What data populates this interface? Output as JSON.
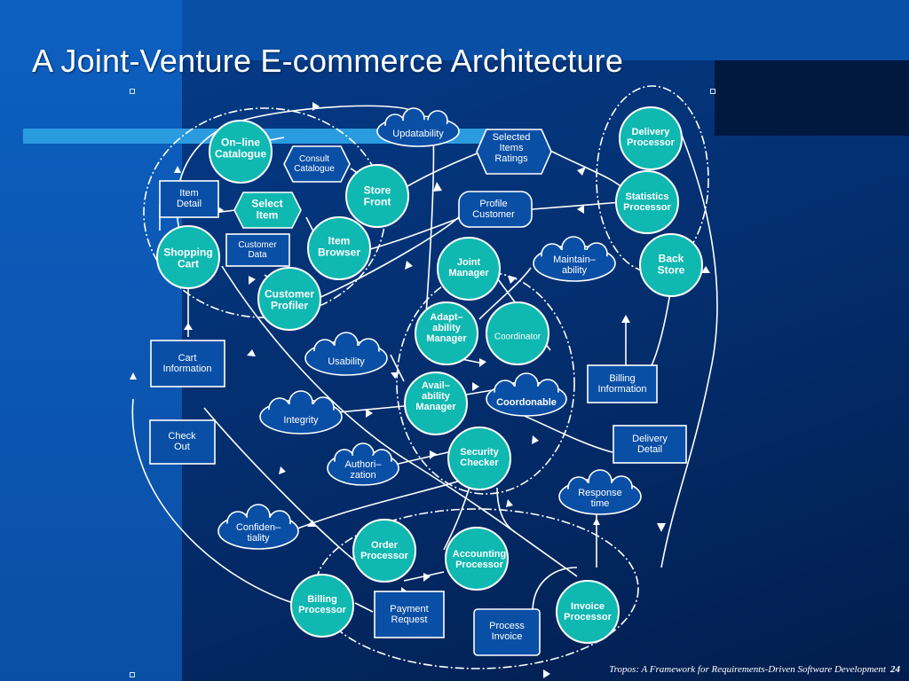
{
  "slide": {
    "title": "A Joint-Venture E-commerce Architecture",
    "footer_text": "Tropos: A  Framework  for Requirements-Driven Software Development",
    "page_number": "24"
  },
  "colors": {
    "node_fill": "#0fb8b0",
    "line": "#ffffff",
    "box_fill": "#0a4fa6"
  },
  "actors": {
    "online_catalogue": [
      "On–line",
      "Catalogue"
    ],
    "store_front": [
      "Store",
      "Front"
    ],
    "shopping_cart": [
      "Shopping",
      "Cart"
    ],
    "item_browser": [
      "Item",
      "Browser"
    ],
    "customer_profiler": [
      "Customer",
      "Profiler"
    ],
    "joint_manager": [
      "Joint",
      "Manager"
    ],
    "adaptability_manager": [
      "Adapt–",
      "ability",
      "Manager"
    ],
    "coordinator": [
      "Coordinator"
    ],
    "availability_manager": [
      "Avail–",
      "ability",
      "Manager"
    ],
    "security_checker": [
      "Security",
      "Checker"
    ],
    "delivery_processor": [
      "Delivery",
      "Processor"
    ],
    "statistics_processor": [
      "Statistics",
      "Processor"
    ],
    "back_store": [
      "Back",
      "Store"
    ],
    "order_processor": [
      "Order",
      "Processor"
    ],
    "accounting_processor": [
      "Accounting",
      "Processor"
    ],
    "billing_processor": [
      "Billing",
      "Processor"
    ],
    "invoice_processor": [
      "Invoice",
      "Processor"
    ]
  },
  "goals": {
    "consult_catalogue": [
      "Consult",
      "Catalogue"
    ],
    "select_item": [
      "Select",
      "Item"
    ],
    "selected_items_ratings": [
      "Selected",
      "Items",
      "Ratings"
    ]
  },
  "resources": {
    "item_detail": [
      "Item",
      "Detail"
    ],
    "customer_data": [
      "Customer",
      "Data"
    ],
    "cart_information": [
      "Cart",
      "Information"
    ],
    "check_out": [
      "Check",
      "Out"
    ],
    "profile_customer": [
      "Profile",
      "Customer"
    ],
    "billing_information": [
      "Billing",
      "Information"
    ],
    "delivery_detail": [
      "Delivery",
      "Detail"
    ],
    "payment_request": [
      "Payment",
      "Request"
    ],
    "process_invoice": [
      "Process",
      "Invoice"
    ]
  },
  "softgoals": {
    "updatability": [
      "Updatability"
    ],
    "maintainability": [
      "Maintain–",
      "ability"
    ],
    "usability": [
      "Usability"
    ],
    "integrity": [
      "Integrity"
    ],
    "coordonable": [
      "Coordonable"
    ],
    "authorization": [
      "Authori–",
      "zation"
    ],
    "confidentiality": [
      "Confiden–",
      "tiality"
    ],
    "response_time": [
      "Response",
      "time"
    ]
  }
}
